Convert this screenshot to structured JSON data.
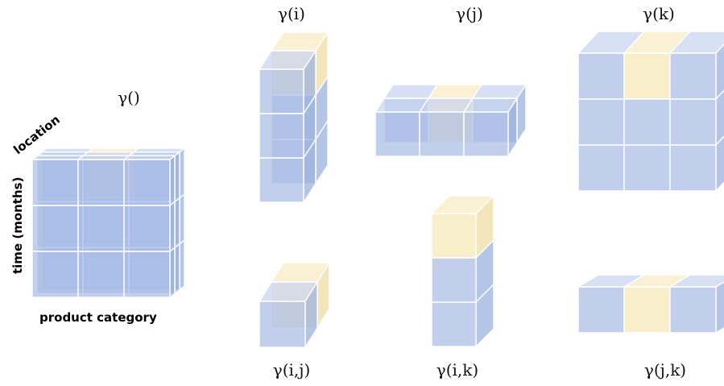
{
  "labels": {
    "full": "γ()",
    "i": "γ(i)",
    "j": "γ(j)",
    "k": "γ(k)",
    "ij": "γ(i,j)",
    "ik": "γ(i,k)",
    "jk": "γ(j,k)"
  },
  "axes": {
    "location": "location",
    "time": "time (months)",
    "product": "product category"
  },
  "colors": {
    "cell_front": "#a9bde6",
    "cell_top": "#c7d4f0",
    "cell_side": "#97aedd",
    "highlight_front": "#f7e7b5",
    "highlight_top": "#f8ecc4",
    "highlight_side": "#efdca0",
    "edge": "#ffffff"
  }
}
